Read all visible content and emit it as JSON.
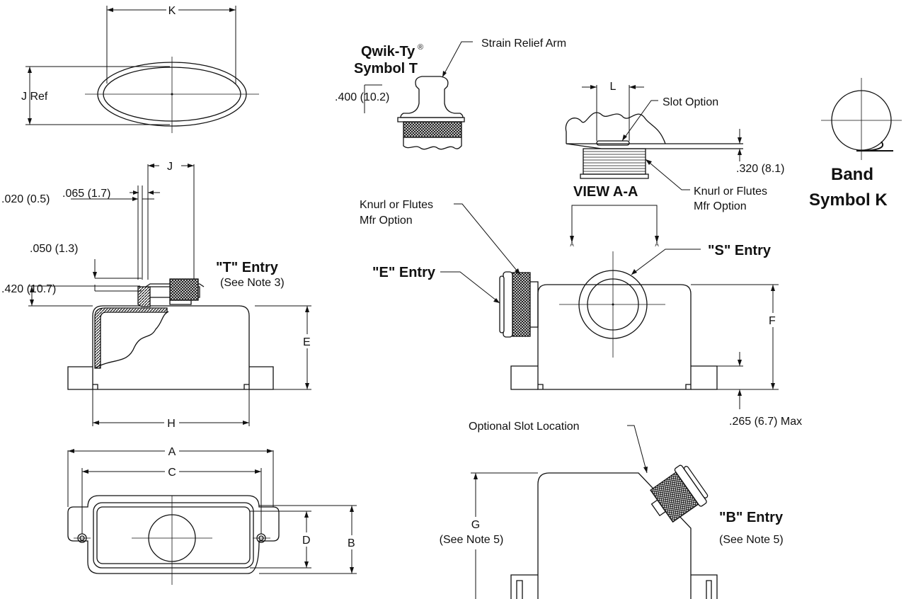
{
  "labels": {
    "k": "K",
    "j_ref": "J Ref",
    "j": "J",
    "d065": ".065 (1.7)",
    "d020": ".020 (0.5)",
    "d050": ".050 (1.3)",
    "d420": ".420 (10.7)",
    "t_entry": "\"T\" Entry",
    "see_note_3": "(See Note 3)",
    "e": "E",
    "h": "H",
    "a": "A",
    "c": "C",
    "d": "D",
    "b": "B",
    "qwik_ty": "Qwik-Ty",
    "reg": "®",
    "symbol_t": "Symbol T",
    "strain_relief_arm": "Strain Relief Arm",
    "d400": ".400 (10.2)",
    "l": "L",
    "slot_option": "Slot Option",
    "d320": ".320 (8.1)",
    "view_aa": "VIEW A-A",
    "knurl_right_1": "Knurl or Flutes",
    "knurl_right_2": "Mfr Option",
    "knurl_left_1": "Knurl or Flutes",
    "knurl_left_2": "Mfr Option",
    "s_entry": "\"S\" Entry",
    "e_entry": "\"E\" Entry",
    "f": "F",
    "d265": ".265 (6.7) Max",
    "band": "Band",
    "symbol_k": "Symbol K",
    "optional_slot": "Optional Slot Location",
    "b_entry": "\"B\" Entry",
    "see_note_5_b": "(See Note 5)",
    "g": "G",
    "see_note_5_g": "(See Note 5)",
    "section_a1": "A",
    "section_a2": "A"
  }
}
